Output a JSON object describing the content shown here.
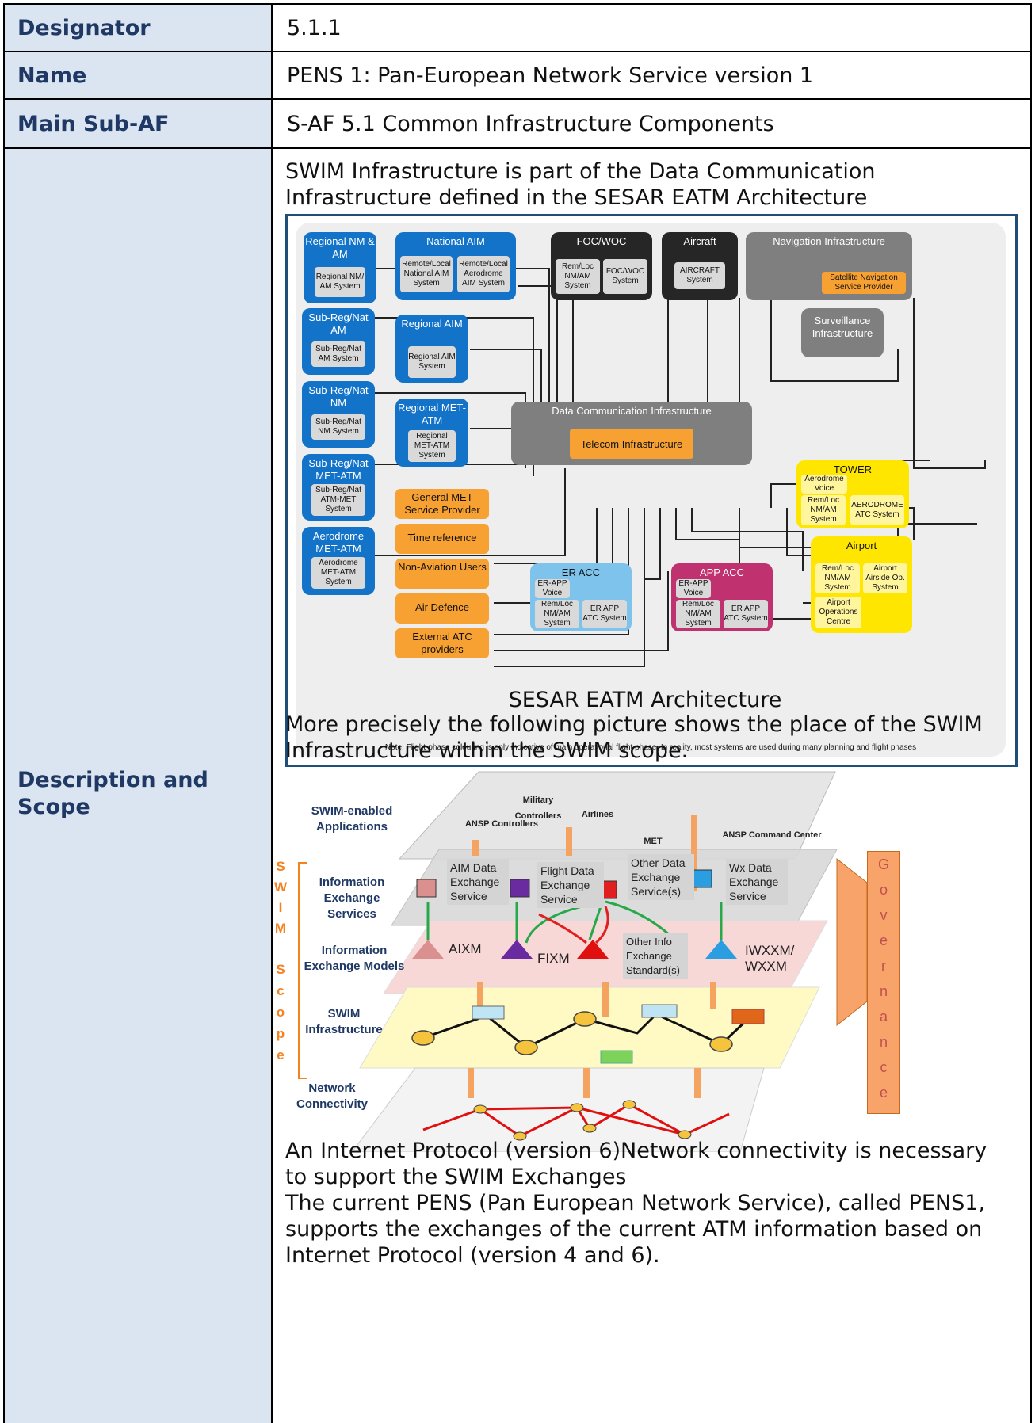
{
  "rows": [
    {
      "label": "Designator",
      "value": "5.1.1"
    },
    {
      "label": "Name",
      "value": "PENS 1: Pan-European Network Service version 1"
    },
    {
      "label": "Main Sub-AF",
      "value": "S-AF 5.1 Common Infrastructure Components"
    }
  ],
  "description": {
    "label_line1": "Description and",
    "label_line2": "Scope",
    "intro_line1": "SWIM Infrastructure is part of the Data Communication",
    "intro_line2": "Infrastructure defined in the SESAR EATM Architecture",
    "figure1_caption": "SESAR EATM Architecture",
    "mid_line1": "More precisely the following picture shows the place of the SWIM",
    "mid_line2": "Infrastructure within the SWIM scope.",
    "end1_line1": "An Internet Protocol (version 6)Network connectivity is necessary",
    "end1_line2": "to support the SWIM Exchanges",
    "end2_line1": "The current PENS (Pan European Network Service), called PENS1,",
    "end2_line2": "supports the exchanges of the current ATM information based on",
    "end2_line3": "Internet Protocol (version 4 and 6)."
  },
  "architecture": {
    "regional_nm_am": {
      "title": "Regional NM & AM",
      "sub": "Regional NM/ AM System"
    },
    "national_aim": {
      "title": "National AIM",
      "sub1": "Remote/Local National AIM System",
      "sub2": "Remote/Local Aerodrome AIM System"
    },
    "foc_woc": {
      "title": "FOC/WOC",
      "sub1": "Rem/Loc NM/AM System",
      "sub2": "FOC/WOC System"
    },
    "aircraft": {
      "title": "Aircraft",
      "sub": "AIRCRAFT System"
    },
    "navigation": {
      "title": "Navigation Infrastructure",
      "sub": "Satellite Navigation Service Provider"
    },
    "surveillance": {
      "title": "Surveillance Infrastructure"
    },
    "subreg_am": {
      "title": "Sub-Reg/Nat AM",
      "sub": "Sub-Reg/Nat AM System"
    },
    "regional_aim": {
      "title": "Regional AIM",
      "sub": "Regional AIM System"
    },
    "subreg_nm": {
      "title": "Sub-Reg/Nat NM",
      "sub": "Sub-Reg/Nat NM System"
    },
    "regional_met": {
      "title": "Regional MET-ATM",
      "sub": "Regional MET-ATM System"
    },
    "data_comm": {
      "title": "Data Communication Infrastructure",
      "sub": "Telecom Infrastructure"
    },
    "subreg_met": {
      "title": "Sub-Reg/Nat MET-ATM",
      "sub": "Sub-Reg/Nat ATM-MET System"
    },
    "aerodrome_met": {
      "title": "Aerodrome MET-ATM",
      "sub": "Aerodrome MET-ATM System"
    },
    "general_met": "General MET Service Provider",
    "time_ref": "Time reference",
    "non_aviation": "Non-Aviation Users",
    "air_defence": "Air Defence",
    "external_atc": "External ATC providers",
    "tower": {
      "title": "TOWER",
      "sub1": "Aerodrome Voice",
      "sub2": "Rem/Loc NM/AM System",
      "sub3": "AERODROME ATC System"
    },
    "airport": {
      "title": "Airport",
      "sub1": "Rem/Loc NM/AM System",
      "sub2": "Airport Airside Op. System",
      "sub3": "Airport Operations Centre"
    },
    "er_acc": {
      "title": "ER ACC",
      "sub1": "ER-APP Voice",
      "sub2": "Rem/Loc NM/AM System",
      "sub3": "ER APP ATC System"
    },
    "app_acc": {
      "title": "APP ACC",
      "sub1": "ER-APP Voice",
      "sub2": "Rem/Loc NM/AM System",
      "sub3": "ER APP ATC System"
    },
    "note": "Note: Flight-phase colouring is only indicative of main operational flight phase. In reality, most systems are used during many planning and flight phases"
  },
  "swim": {
    "layer_apps": "SWIM-enabled Applications",
    "layer_services": "Information Exchange Services",
    "layer_models": "Information Exchange Models",
    "layer_infra": "SWIM Infrastructure",
    "layer_network": "Network Connectivity",
    "actors": [
      "ANSP Controllers",
      "Military Controllers",
      "Airlines",
      "MET",
      "ANSP Command Center"
    ],
    "services": [
      "AIM Data Exchange Service",
      "Flight Data Exchange Service",
      "Other Data Exchange Service(s)",
      "Wx Data Exchange Service"
    ],
    "models": [
      "AIXM",
      "FIXM",
      "Other Info Exchange Standard(s)",
      "IWXXM/ WXXM"
    ],
    "scope_letters": [
      "S",
      "W",
      "I",
      "M",
      "S",
      "c",
      "o",
      "p",
      "e"
    ],
    "governance_letters": [
      "G",
      "o",
      "v",
      "e",
      "r",
      "n",
      "a",
      "n",
      "c",
      "e"
    ]
  }
}
